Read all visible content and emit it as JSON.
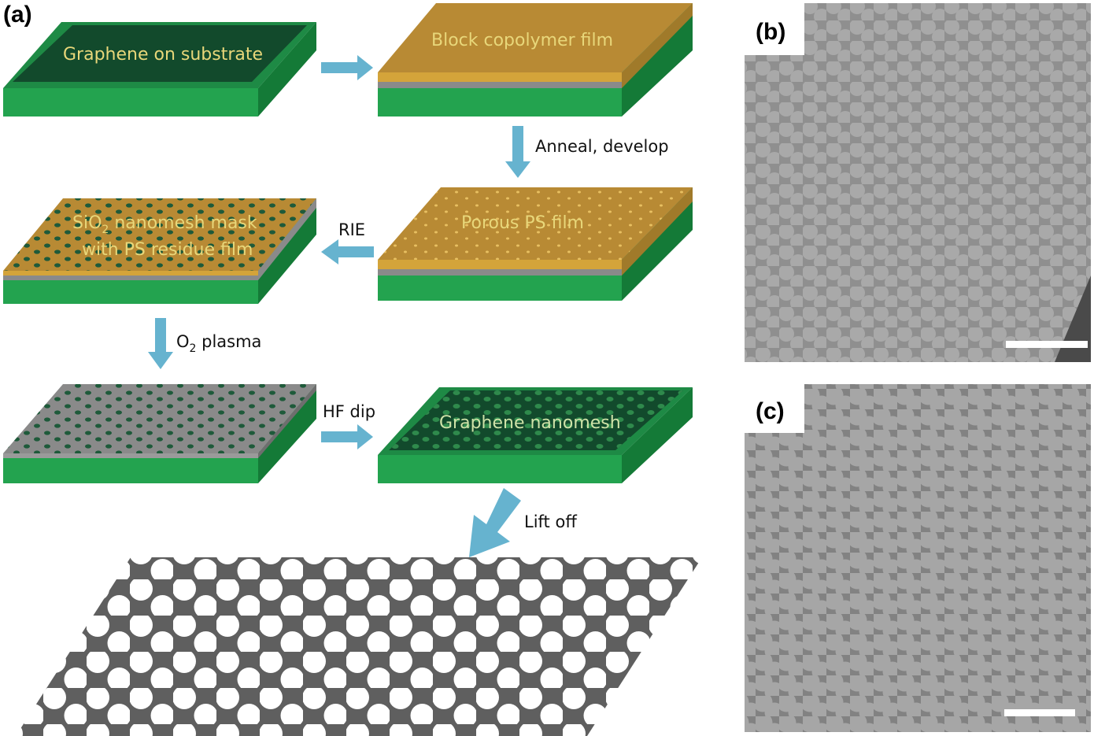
{
  "panels": {
    "a": "(a)",
    "b": "(b)",
    "c": "(c)"
  },
  "slabs": {
    "graphene_on_substrate": "Graphene on substrate",
    "block_copolymer_film": "Block copolymer film",
    "porous_ps_film": "Porous PS film",
    "sio2_mask_line1_prefix": "SiO",
    "sio2_mask_line1_sub": "2",
    "sio2_mask_line1_suffix": " nanomesh mask",
    "sio2_mask_line2": "with PS residue film",
    "graphene_nanomesh": "Graphene nanomesh"
  },
  "steps": {
    "anneal_develop": "Anneal, develop",
    "rie": "RIE",
    "o2_plasma_prefix": "O",
    "o2_plasma_sub": "2",
    "o2_plasma_suffix": " plasma",
    "hf_dip": "HF dip",
    "lift_off": "Lift off"
  },
  "colors": {
    "substrate_green": "#1f9a4a",
    "graphene_dark": "#124a2c",
    "polymer_gold": "#b88a34",
    "silica_gray": "#8a8a8a",
    "arrow_blue": "#66b3cf",
    "sem_gray": "#8d8d8d"
  }
}
